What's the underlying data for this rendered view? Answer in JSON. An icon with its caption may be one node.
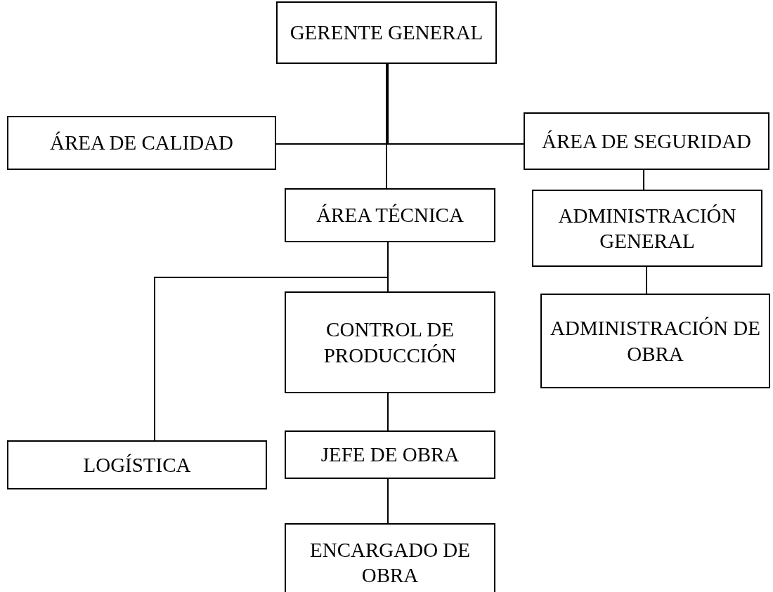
{
  "diagram": {
    "nodes": [
      {
        "text": [
          "GERENTE GENERAL"
        ]
      },
      {
        "text": [
          "ÁREA DE CALIDAD"
        ]
      },
      {
        "text": [
          "ÁREA DE SEGURIDAD"
        ]
      },
      {
        "text": [
          "ÁREA TÉCNICA"
        ]
      },
      {
        "text": [
          "ADMINISTRACIÓN GENERAL"
        ]
      },
      {
        "text": [
          "CONTROL DE PRODUCCIÓN"
        ]
      },
      {
        "text": [
          "ADMINISTRACIÓN DE OBRA"
        ]
      },
      {
        "text": [
          "LOGÍSTICA"
        ]
      },
      {
        "text": [
          "JEFE DE OBRA"
        ]
      },
      {
        "text": [
          "ENCARGADO DE OBRA"
        ]
      }
    ],
    "edges": [
      {
        "from": 0,
        "to": 3,
        "arrow": "none"
      },
      {
        "from": 0,
        "to": 1,
        "arrow": "none"
      },
      {
        "from": 0,
        "to": 2,
        "arrow": "none"
      },
      {
        "from": 2,
        "to": 4,
        "arrow": "none"
      },
      {
        "from": 4,
        "to": 6,
        "arrow": "none"
      },
      {
        "from": 3,
        "to": 5,
        "arrow": "none"
      },
      {
        "from": 3,
        "to": 7,
        "arrow": "none"
      },
      {
        "from": 5,
        "to": 8,
        "arrow": "none"
      },
      {
        "from": 8,
        "to": 9,
        "arrow": "none"
      }
    ]
  }
}
